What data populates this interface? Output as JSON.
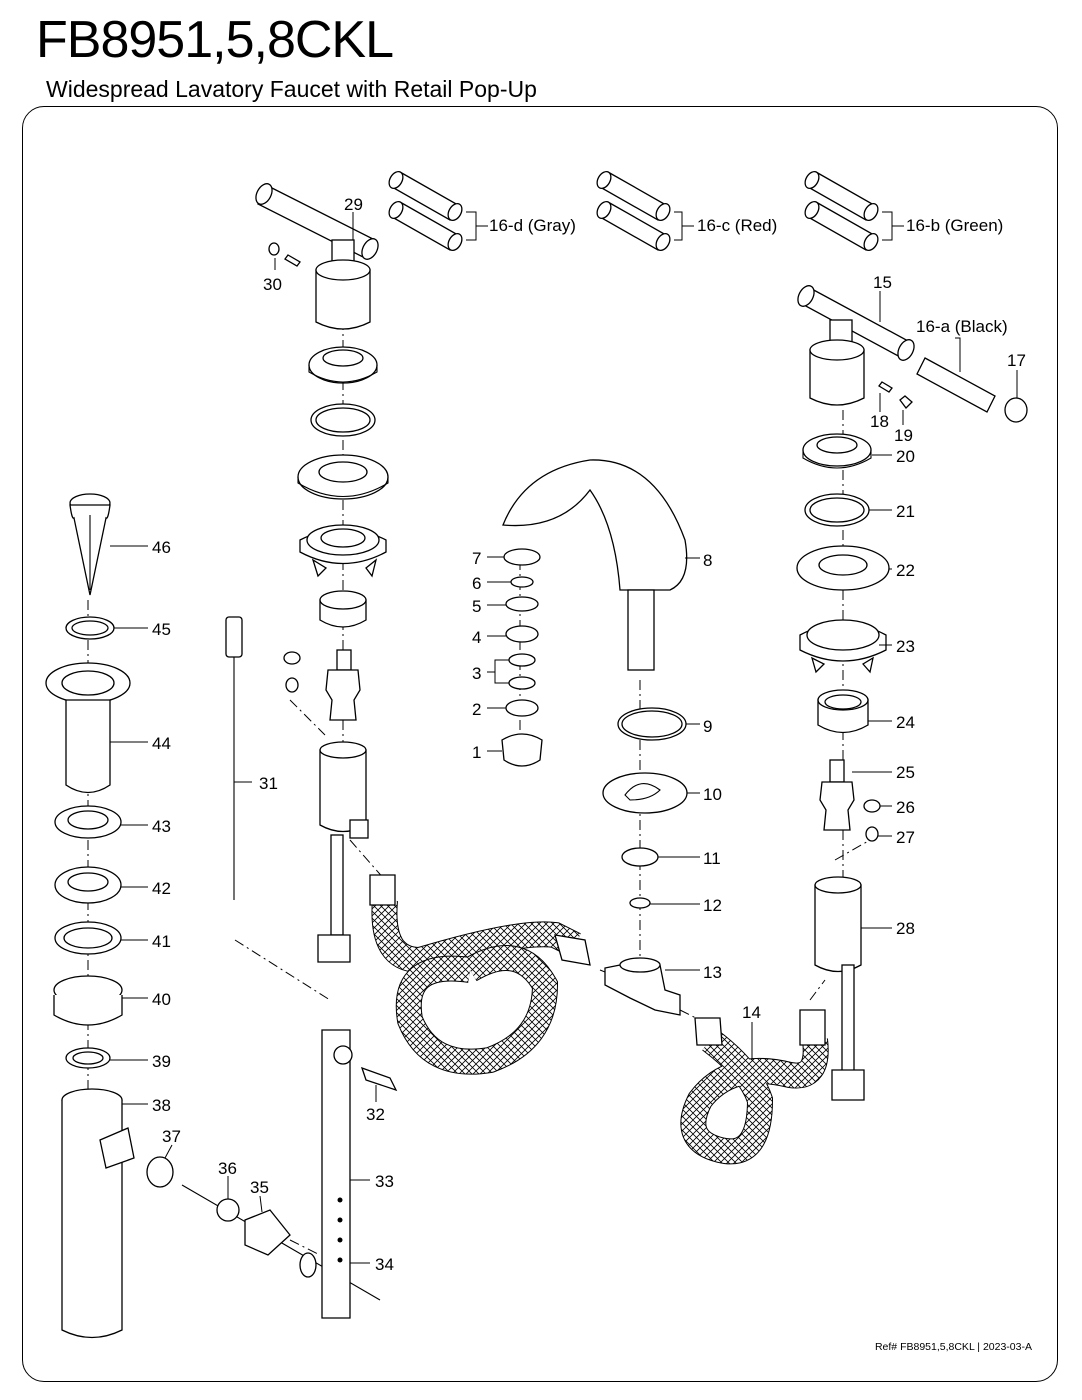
{
  "title": "FB8951,5,8CKL",
  "subtitle": "Widespread Lavatory Faucet with Retail Pop-Up",
  "footer": "Ref# FB8951,5,8CKL | 2023-03-A",
  "callouts": {
    "c1": "1",
    "c2": "2",
    "c3": "3",
    "c4": "4",
    "c5": "5",
    "c6": "6",
    "c7": "7",
    "c8": "8",
    "c9": "9",
    "c10": "10",
    "c11": "11",
    "c12": "12",
    "c13": "13",
    "c14": "14",
    "c15": "15",
    "c16a": "16-a (Black)",
    "c16b": "16-b (Green)",
    "c16c": "16-c (Red)",
    "c16d": "16-d (Gray)",
    "c17": "17",
    "c18": "18",
    "c19": "19",
    "c20": "20",
    "c21": "21",
    "c22": "22",
    "c23": "23",
    "c24": "24",
    "c25": "25",
    "c26": "26",
    "c27": "27",
    "c28": "28",
    "c29": "29",
    "c30": "30",
    "c31": "31",
    "c32": "32",
    "c33": "33",
    "c34": "34",
    "c35": "35",
    "c36": "36",
    "c37": "37",
    "c38": "38",
    "c39": "39",
    "c40": "40",
    "c41": "41",
    "c42": "42",
    "c43": "43",
    "c44": "44",
    "c45": "45",
    "c46": "46"
  }
}
